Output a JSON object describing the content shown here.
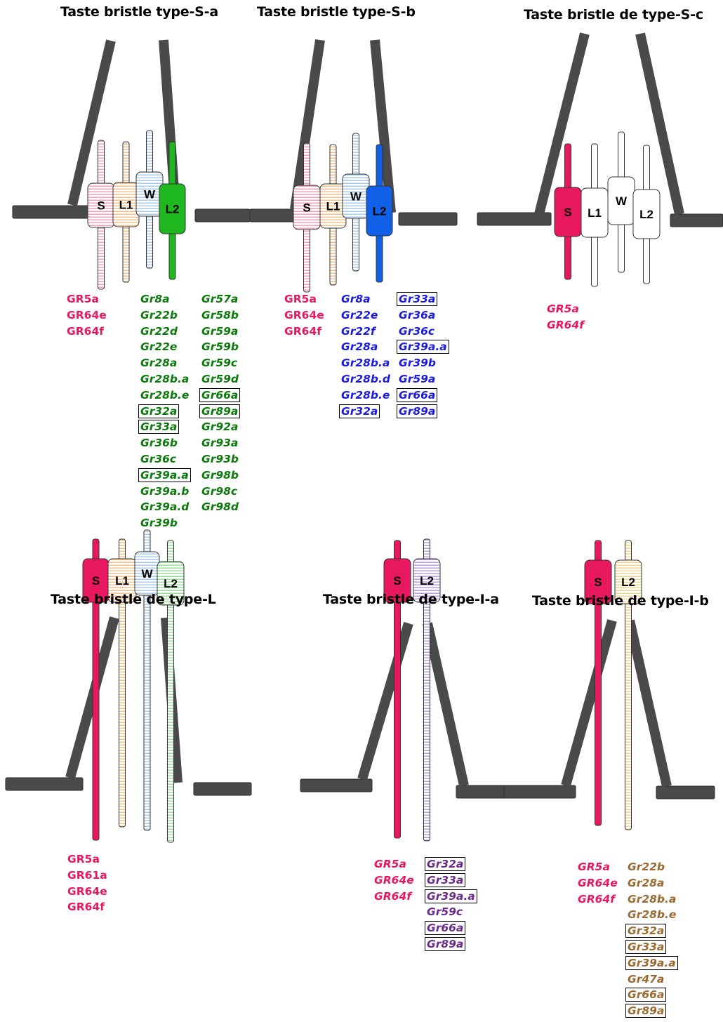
{
  "colors": {
    "sweet_pink": "#e8185f",
    "cuticle": "#4a4a4a",
    "sa_green": "#0a7a0a",
    "sb_blue": "#1a1ae0",
    "ia_purple": "#6a2a8a",
    "ib_brown": "#9a6a30",
    "stripe_pink": "#f090b0",
    "stripe_orange": "#f0b878",
    "stripe_blue": "#9cc4e8",
    "stripe_green": "#8ad88a",
    "stripe_purple": "#b090d0",
    "stripe_yellow": "#f0d080",
    "l2_green": "#1fb81f",
    "l2_blue": "#1060e8",
    "l2_purple": "#6a2aa0",
    "l2_yellow": "#f5c850"
  },
  "panels": [
    {
      "id": "S-a",
      "title": "Taste bristle type-S-a",
      "neurons": [
        {
          "label": "S",
          "fill": "striped",
          "color": "#f090b0"
        },
        {
          "label": "L1",
          "fill": "striped",
          "color": "#f0b878"
        },
        {
          "label": "W",
          "fill": "striped",
          "color": "#9cc4e8"
        },
        {
          "label": "L2",
          "fill": "solid",
          "color": "#1fb81f"
        }
      ],
      "receptors_left": {
        "color": "#e8185f",
        "italic": false,
        "genes": [
          "GR5a",
          "GR64e",
          "GR64f"
        ]
      },
      "receptors_right": {
        "color": "#0a7a0a",
        "columns": [
          [
            {
              "name": "Gr8a",
              "boxed": false
            },
            {
              "name": "Gr22b",
              "boxed": false
            },
            {
              "name": "Gr22d",
              "boxed": false
            },
            {
              "name": "Gr22e",
              "boxed": false
            },
            {
              "name": "Gr28a",
              "boxed": false
            },
            {
              "name": "Gr28b.a",
              "boxed": false
            },
            {
              "name": "Gr28b.e",
              "boxed": false
            },
            {
              "name": "Gr32a",
              "boxed": true
            },
            {
              "name": "Gr33a",
              "boxed": true
            },
            {
              "name": "Gr36b",
              "boxed": false
            },
            {
              "name": "Gr36c",
              "boxed": false
            },
            {
              "name": "Gr39a.a",
              "boxed": true
            },
            {
              "name": "Gr39a.b",
              "boxed": false
            },
            {
              "name": "Gr39a.d",
              "boxed": false
            },
            {
              "name": "Gr39b",
              "boxed": false
            }
          ],
          [
            {
              "name": "Gr57a",
              "boxed": false
            },
            {
              "name": "Gr58b",
              "boxed": false
            },
            {
              "name": "Gr59a",
              "boxed": false
            },
            {
              "name": "Gr59b",
              "boxed": false
            },
            {
              "name": "Gr59c",
              "boxed": false
            },
            {
              "name": "Gr59d",
              "boxed": false
            },
            {
              "name": "Gr66a",
              "boxed": true
            },
            {
              "name": "Gr89a",
              "boxed": true
            },
            {
              "name": "Gr92a",
              "boxed": false
            },
            {
              "name": "Gr93a",
              "boxed": false
            },
            {
              "name": "Gr93b",
              "boxed": false
            },
            {
              "name": "Gr98b",
              "boxed": false
            },
            {
              "name": "Gr98c",
              "boxed": false
            },
            {
              "name": "Gr98d",
              "boxed": false
            }
          ]
        ]
      }
    },
    {
      "id": "S-b",
      "title": "Taste bristle type-S-b",
      "neurons": [
        {
          "label": "S",
          "fill": "striped",
          "color": "#f090b0"
        },
        {
          "label": "L1",
          "fill": "striped",
          "color": "#f0b878"
        },
        {
          "label": "W",
          "fill": "striped",
          "color": "#9cc4e8"
        },
        {
          "label": "L2",
          "fill": "solid",
          "color": "#1060e8"
        }
      ],
      "receptors_left": {
        "color": "#e8185f",
        "italic": false,
        "genes": [
          "GR5a",
          "GR64e",
          "GR64f"
        ]
      },
      "receptors_right": {
        "color": "#1a1ae0",
        "columns": [
          [
            {
              "name": "Gr8a",
              "boxed": false
            },
            {
              "name": "Gr22e",
              "boxed": false
            },
            {
              "name": "Gr22f",
              "boxed": false
            },
            {
              "name": "Gr28a",
              "boxed": false
            },
            {
              "name": "Gr28b.a",
              "boxed": false
            },
            {
              "name": "Gr28b.d",
              "boxed": false
            },
            {
              "name": "Gr28b.e",
              "boxed": false
            },
            {
              "name": "Gr32a",
              "boxed": true
            }
          ],
          [
            {
              "name": "Gr33a",
              "boxed": true
            },
            {
              "name": "Gr36a",
              "boxed": false
            },
            {
              "name": "Gr36c",
              "boxed": false
            },
            {
              "name": "Gr39a.a",
              "boxed": true
            },
            {
              "name": "Gr39b",
              "boxed": false
            },
            {
              "name": "Gr59a",
              "boxed": false
            },
            {
              "name": "Gr66a",
              "boxed": true
            },
            {
              "name": "Gr89a",
              "boxed": true
            }
          ]
        ]
      }
    },
    {
      "id": "S-c",
      "title": "Taste bristle de type-S-c",
      "neurons": [
        {
          "label": "S",
          "fill": "solid",
          "color": "#e8185f"
        },
        {
          "label": "L1",
          "fill": "white",
          "color": "#ffffff"
        },
        {
          "label": "W",
          "fill": "white",
          "color": "#ffffff"
        },
        {
          "label": "L2",
          "fill": "white",
          "color": "#ffffff"
        }
      ],
      "receptors_left": {
        "color": "#e8185f",
        "italic": true,
        "genes": [
          "GR5a",
          "GR64f"
        ]
      }
    },
    {
      "id": "L",
      "title": "Taste bristle de type-L",
      "neurons": [
        {
          "label": "S",
          "fill": "solid",
          "color": "#e8185f"
        },
        {
          "label": "L1",
          "fill": "striped",
          "color": "#f0b878"
        },
        {
          "label": "W",
          "fill": "striped",
          "color": "#9cc4e8"
        },
        {
          "label": "L2",
          "fill": "striped",
          "color": "#8ad88a"
        }
      ],
      "receptors_left": {
        "color": "#e8185f",
        "italic": false,
        "genes": [
          "GR5a",
          "GR61a",
          "GR64e",
          "GR64f"
        ]
      }
    },
    {
      "id": "I-a",
      "title": "Taste bristle de type-I-a",
      "neurons": [
        {
          "label": "S",
          "fill": "solid",
          "color": "#e8185f"
        },
        {
          "label": "L2",
          "fill": "striped",
          "color": "#b090d0"
        }
      ],
      "receptors_left": {
        "color": "#e8185f",
        "italic": true,
        "genes": [
          "GR5a",
          "GR64e",
          "GR64f"
        ]
      },
      "receptors_right": {
        "color": "#6a2a8a",
        "columns": [
          [
            {
              "name": "Gr32a",
              "boxed": true
            },
            {
              "name": "Gr33a",
              "boxed": true
            },
            {
              "name": "Gr39a.a",
              "boxed": true
            },
            {
              "name": "Gr59c",
              "boxed": false
            },
            {
              "name": "Gr66a",
              "boxed": true
            },
            {
              "name": "Gr89a",
              "boxed": true
            }
          ]
        ]
      }
    },
    {
      "id": "I-b",
      "title": "Taste bristle de type-I-b",
      "neurons": [
        {
          "label": "S",
          "fill": "solid",
          "color": "#e8185f"
        },
        {
          "label": "L2",
          "fill": "striped",
          "color": "#f0d080"
        }
      ],
      "receptors_left": {
        "color": "#e8185f",
        "italic": true,
        "genes": [
          "GR5a",
          "GR64e",
          "GR64f"
        ]
      },
      "receptors_right": {
        "color": "#9a6a30",
        "columns": [
          [
            {
              "name": "Gr22b",
              "boxed": false
            },
            {
              "name": "Gr28a",
              "boxed": false
            },
            {
              "name": "Gr28b.a",
              "boxed": false
            },
            {
              "name": "Gr28b.e",
              "boxed": false
            },
            {
              "name": "Gr32a",
              "boxed": true
            },
            {
              "name": "Gr33a",
              "boxed": true
            },
            {
              "name": "Gr39a.a",
              "boxed": true
            },
            {
              "name": "Gr47a",
              "boxed": false
            },
            {
              "name": "Gr66a",
              "boxed": true
            },
            {
              "name": "Gr89a",
              "boxed": true
            }
          ]
        ]
      }
    }
  ]
}
